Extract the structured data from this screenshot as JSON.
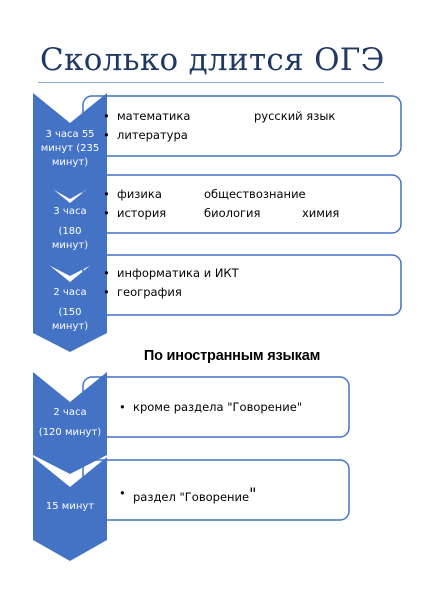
{
  "title": "Сколько длится ОГЭ",
  "subheading": "По иностранным языкам",
  "colors": {
    "chevron_fill": "#4472c4",
    "box_border": "#4472c4",
    "title": "#1f3864"
  },
  "steps": [
    {
      "label_lines": [
        "3 часа 55",
        "минут (235",
        "минут)"
      ],
      "rows": [
        {
          "items": [
            "математика",
            "русский язык"
          ]
        },
        {
          "items": [
            "литература"
          ]
        }
      ]
    },
    {
      "label_lines": [
        "3 часа",
        "",
        "(180",
        "минут)"
      ],
      "rows": [
        {
          "items": [
            "физика",
            "обществознание"
          ]
        },
        {
          "items": [
            "история",
            "биология",
            "химия"
          ]
        }
      ]
    },
    {
      "label_lines": [
        "2 часа",
        "",
        "(150",
        "минут)"
      ],
      "rows": [
        {
          "items": [
            "информатика и ИКТ"
          ]
        },
        {
          "items": [
            "география"
          ]
        }
      ]
    },
    {
      "label_lines": [
        "2 часа",
        "",
        "(120 минут)"
      ],
      "rows": [
        {
          "items": [
            "кроме раздела \"Говорение\""
          ]
        }
      ]
    },
    {
      "label_lines": [
        "15 минут"
      ],
      "rows": [
        {
          "items": [
            "раздел \"Говорение"
          ],
          "trailing_quote": "\""
        }
      ]
    }
  ]
}
